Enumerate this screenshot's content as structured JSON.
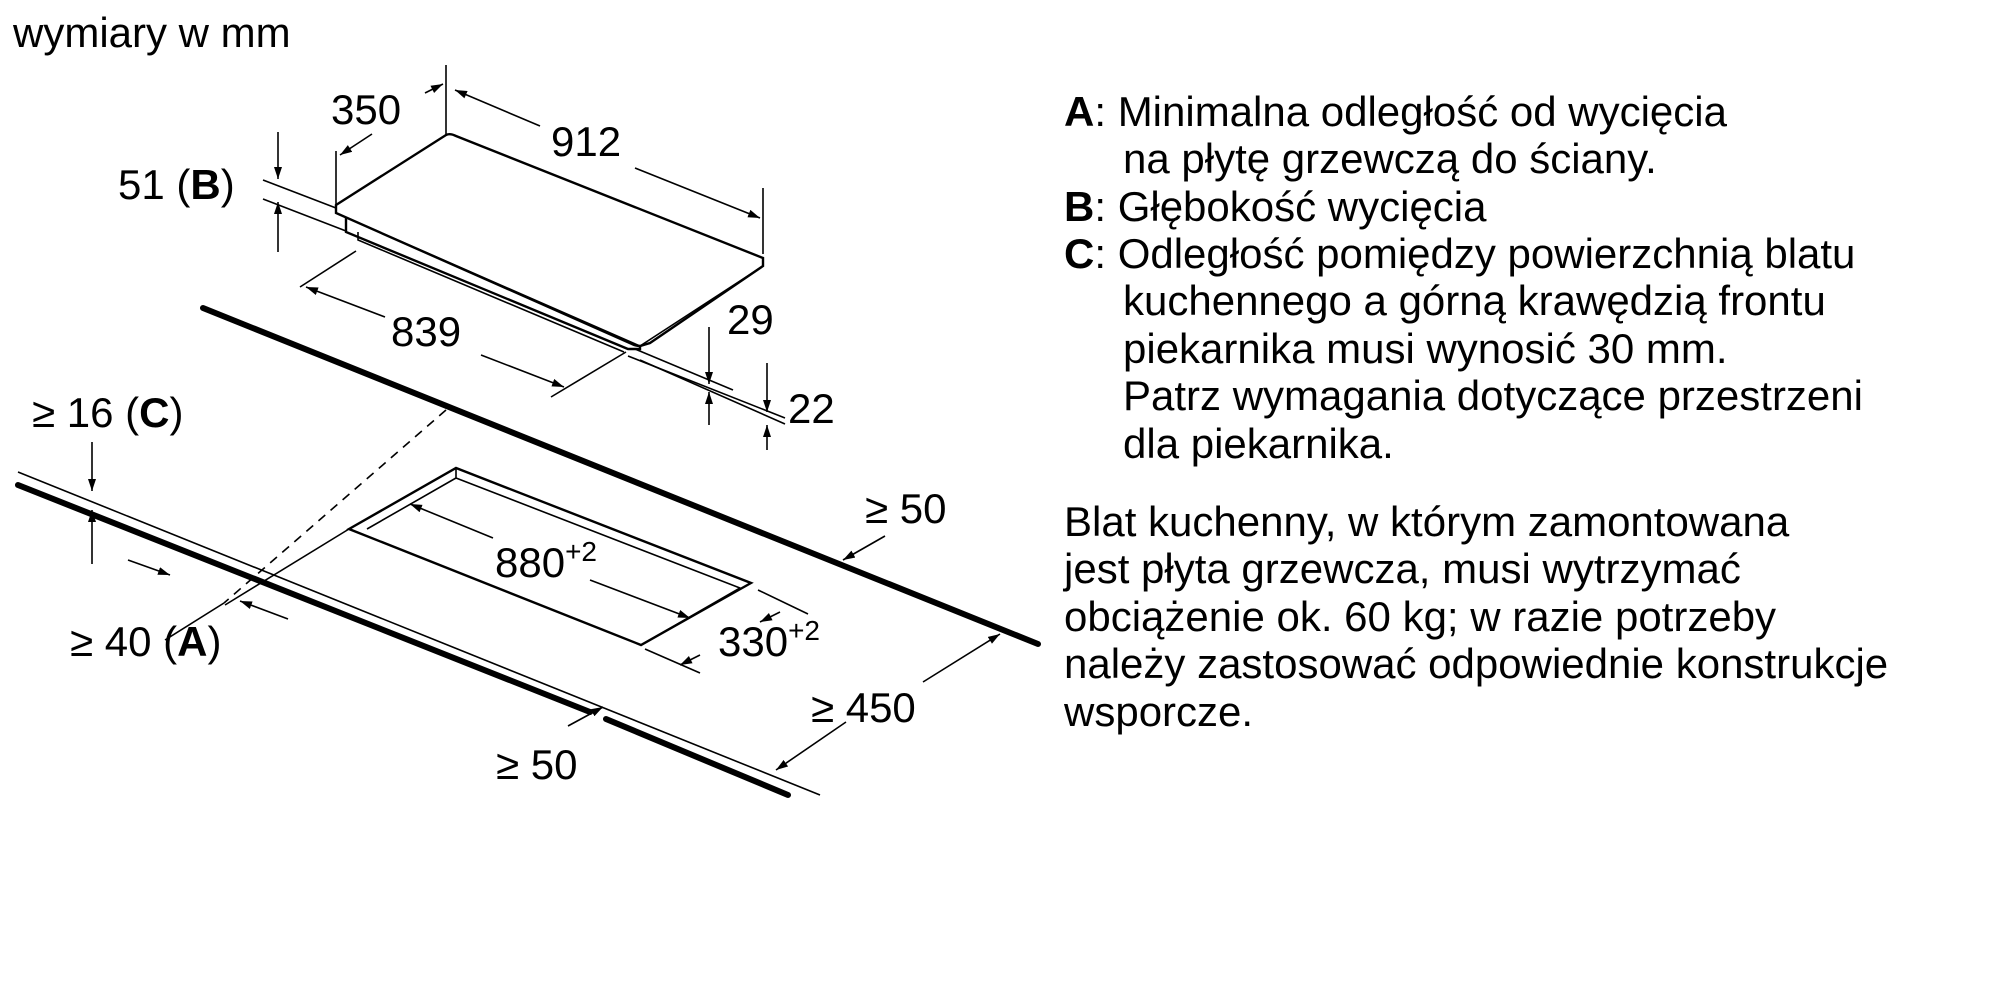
{
  "units_label": "wymiary w mm",
  "dimensions": {
    "hob_depth": "350",
    "hob_width": "912",
    "cutout_depth_b": "51",
    "cutout_depth_b_letter": "B",
    "body_width": "839",
    "dim_29": "29",
    "dim_22": "22",
    "clearance_c_prefix": "≥ 16",
    "clearance_c_letter": "C",
    "back_clearance": "≥ 50",
    "cutout_width": "880",
    "cutout_width_tol": "+2",
    "cutout_depth": "330",
    "cutout_depth_tol": "+2",
    "wall_distance_a_prefix": "≥ 40",
    "wall_distance_a_letter": "A",
    "side_clearance": "≥ 450",
    "front_clearance": "≥ 50"
  },
  "legend": [
    {
      "letter": "A",
      "lines": [
        "Minimalna odległość od wycięcia",
        "na płytę grzewczą do ściany."
      ]
    },
    {
      "letter": "B",
      "lines": [
        "Głębokość wycięcia"
      ]
    },
    {
      "letter": "C",
      "lines": [
        "Odległość pomiędzy powierzchnią blatu",
        "kuchennego a górną krawędzią frontu",
        "piekarnika musi wynosić 30 mm.",
        "Patrz wymagania dotyczące przestrzeni",
        "dla piekarnika."
      ]
    }
  ],
  "note_lines": [
    "Blat kuchenny, w którym zamontowana",
    "jest płyta grzewcza, musi wytrzymać",
    "obciążenie ok. 60 kg; w razie potrzeby",
    "należy zastosować odpowiednie konstrukcje",
    "wsporcze."
  ]
}
